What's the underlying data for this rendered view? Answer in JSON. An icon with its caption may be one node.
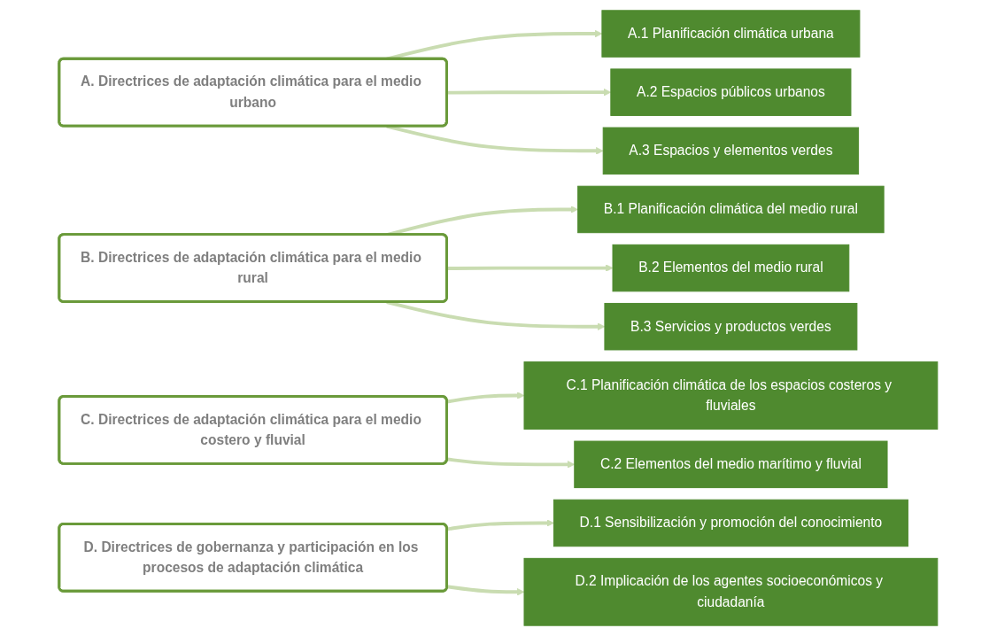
{
  "diagram": {
    "nodes": [
      {
        "text": [
          "A. Directrices de adaptación climática para el medio urbano"
        ]
      },
      {
        "text": [
          "A.1 Planificación climática urbana"
        ]
      },
      {
        "text": [
          "A.2 Espacios públicos urbanos"
        ]
      },
      {
        "text": [
          "A.3 Espacios y elementos verdes"
        ]
      },
      {
        "text": [
          "B. Directrices de adaptación climática para el medio rural"
        ]
      },
      {
        "text": [
          "B.1 Planificación climática del medio rural"
        ]
      },
      {
        "text": [
          "B.2 Elementos del medio rural"
        ]
      },
      {
        "text": [
          "B.3 Servicios y productos verdes"
        ]
      },
      {
        "text": [
          "C. Directrices de adaptación climática para el medio costero y fluvial"
        ]
      },
      {
        "text": [
          "C.1 Planificación climática de los espacios costeros y fluviales"
        ]
      },
      {
        "text": [
          "C.2 Elementos del medio marítimo y fluvial"
        ]
      },
      {
        "text": [
          "D. Directrices de gobernanza y participación en los procesos de adaptación climática"
        ]
      },
      {
        "text": [
          "D.1 Sensibilización y promoción del conocimiento"
        ]
      },
      {
        "text": [
          "D.2 Implicación de los agentes socioeconómicos y ciudadanía"
        ]
      }
    ],
    "edges": [
      {
        "from": 0,
        "to": 1,
        "arrow": "to"
      },
      {
        "from": 0,
        "to": 2,
        "arrow": "to"
      },
      {
        "from": 0,
        "to": 3,
        "arrow": "to"
      },
      {
        "from": 4,
        "to": 5,
        "arrow": "to"
      },
      {
        "from": 4,
        "to": 6,
        "arrow": "to"
      },
      {
        "from": 4,
        "to": 7,
        "arrow": "to"
      },
      {
        "from": 8,
        "to": 9,
        "arrow": "to"
      },
      {
        "from": 8,
        "to": 10,
        "arrow": "to"
      },
      {
        "from": 11,
        "to": 12,
        "arrow": "to"
      },
      {
        "from": 11,
        "to": 13,
        "arrow": "to"
      }
    ]
  }
}
